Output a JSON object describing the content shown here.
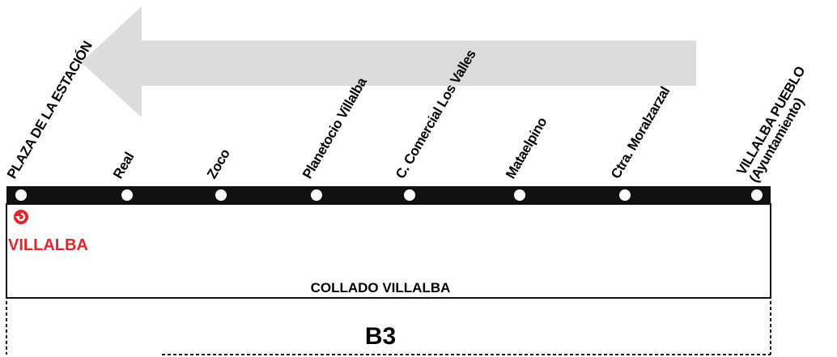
{
  "stops": [
    {
      "label": "PLAZA DE LA ESTACIÓN",
      "lines": [
        "PLAZA DE LA ESTACIÓN"
      ]
    },
    {
      "label": "Real",
      "lines": [
        "Real"
      ]
    },
    {
      "label": "Zoco",
      "lines": [
        "Zoco"
      ]
    },
    {
      "label": "Planetocio Villalba",
      "lines": [
        "Planetocio Villalba"
      ]
    },
    {
      "label": "C. Comercial Los Valles",
      "lines": [
        "C. Comercial Los Valles"
      ]
    },
    {
      "label": "Mataelpino",
      "lines": [
        "Mataelpino"
      ]
    },
    {
      "label": "Ctra. Moralzarzal",
      "lines": [
        "Ctra. Moralzarzal"
      ]
    },
    {
      "label": "VILLALBA PUEBLO (Ayuntamiento)",
      "lines": [
        "VILLALBA PUEBLO",
        "(Ayuntamiento)"
      ]
    }
  ],
  "origin": {
    "town": "VILLALBA",
    "icon": "circular-arrow-icon",
    "color": "#e3262b"
  },
  "zone_label": "COLLADO VILLALBA",
  "line_name": "B3",
  "direction_icon": "left-arrow-icon",
  "colors": {
    "track": "#111111",
    "arrow": "#dcdcdc",
    "accent": "#e3262b"
  }
}
